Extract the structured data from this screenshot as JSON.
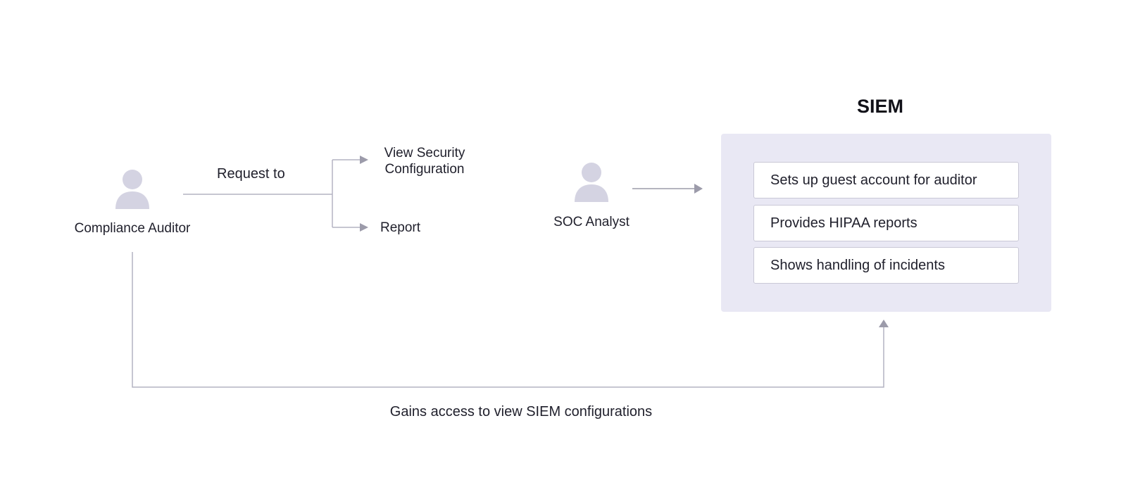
{
  "colors": {
    "avatar": "#d4d3e2",
    "connector": "#b4b3c2",
    "arrowhead": "#9c9baa",
    "panel": "#e9e8f4"
  },
  "auditor": {
    "icon": "person-icon",
    "label": "Compliance Auditor"
  },
  "request": {
    "label": "Request to",
    "targets": [
      {
        "line1": "View Security",
        "line2": "Configuration"
      },
      {
        "line1": "Report"
      }
    ]
  },
  "analyst": {
    "icon": "person-icon",
    "label": "SOC Analyst"
  },
  "siem": {
    "title": "SIEM",
    "items": [
      "Sets up guest account for auditor",
      "Provides HIPAA reports",
      "Shows handling of incidents"
    ]
  },
  "access": {
    "label": "Gains access to view SIEM configurations"
  }
}
